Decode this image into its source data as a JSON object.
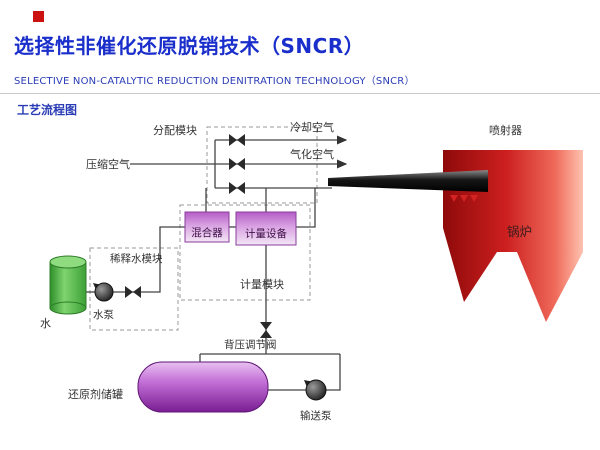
{
  "header": {
    "title": "选择性非催化还原脱销技术（SNCR）",
    "subtitle": "SELECTIVE NON-CATALYTIC REDUCTION DENITRATION TECHNOLOGY（SNCR）",
    "section_label": "工艺流程图"
  },
  "colors": {
    "accent_blue": "#1a2ecb",
    "logo_red": "#cc1111",
    "boiler_red": "#cc1f1f",
    "tank_purple": "#a845bc",
    "water_green": "#54b84a"
  },
  "diagram": {
    "labels": {
      "distribution_module": "分配模块",
      "cooling_air": "冷却空气",
      "atomizing_air": "气化空气",
      "compressed_air": "压缩空气",
      "injector": "喷射器",
      "boiler": "锅炉",
      "mixer": "混合器",
      "metering_device": "计量设备",
      "metering_module": "计量模块",
      "dilution_water_module": "稀释水模块",
      "water": "水",
      "water_pump": "水泵",
      "back_pressure_valve": "背压调节阀",
      "storage_tank": "还原剂储罐",
      "transfer_pump": "输送泵"
    }
  }
}
